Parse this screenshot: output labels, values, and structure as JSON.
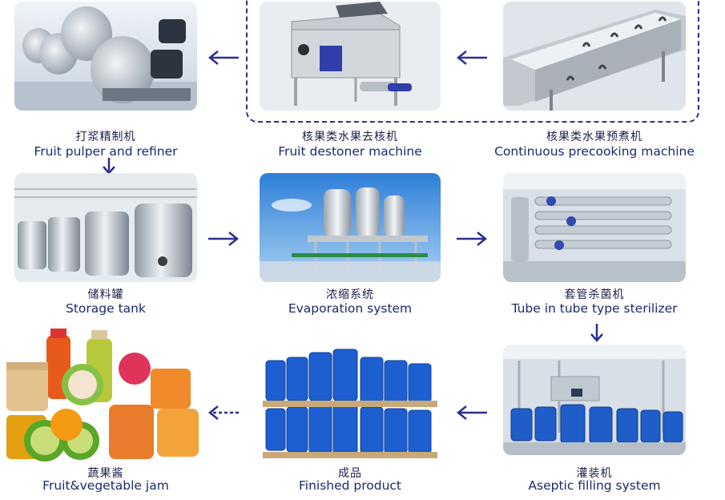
{
  "steps": [
    {
      "cn": "打浆精制机",
      "en": "Fruit pulper and refiner",
      "icon": "pulper-machine-photo"
    },
    {
      "cn": "核果类水果去核机",
      "en": "Fruit destoner machine",
      "icon": "destoner-machine-photo"
    },
    {
      "cn": "核果类水果预煮机",
      "en": "Continuous precooking machine",
      "icon": "precooking-machine-photo"
    },
    {
      "cn": "储料罐",
      "en": "Storage tank",
      "icon": "storage-tank-photo"
    },
    {
      "cn": "浓缩系统",
      "en": "Evaporation system",
      "icon": "evaporator-photo"
    },
    {
      "cn": "套管杀菌机",
      "en": "Tube in tube type sterilizer",
      "icon": "sterilizer-photo"
    },
    {
      "cn": "蔬果酱",
      "en": "Fruit&vegetable jam",
      "icon": "jam-jars-photo"
    },
    {
      "cn": "成品",
      "en": "Finished product",
      "icon": "blue-drums-photo"
    },
    {
      "cn": "灌装机",
      "en": "Aseptic filling system",
      "icon": "filling-machine-photo"
    }
  ],
  "colors": {
    "text": "#1a2a6c",
    "arrow": "#2d2f8f",
    "dash": "#2d2f8f"
  }
}
